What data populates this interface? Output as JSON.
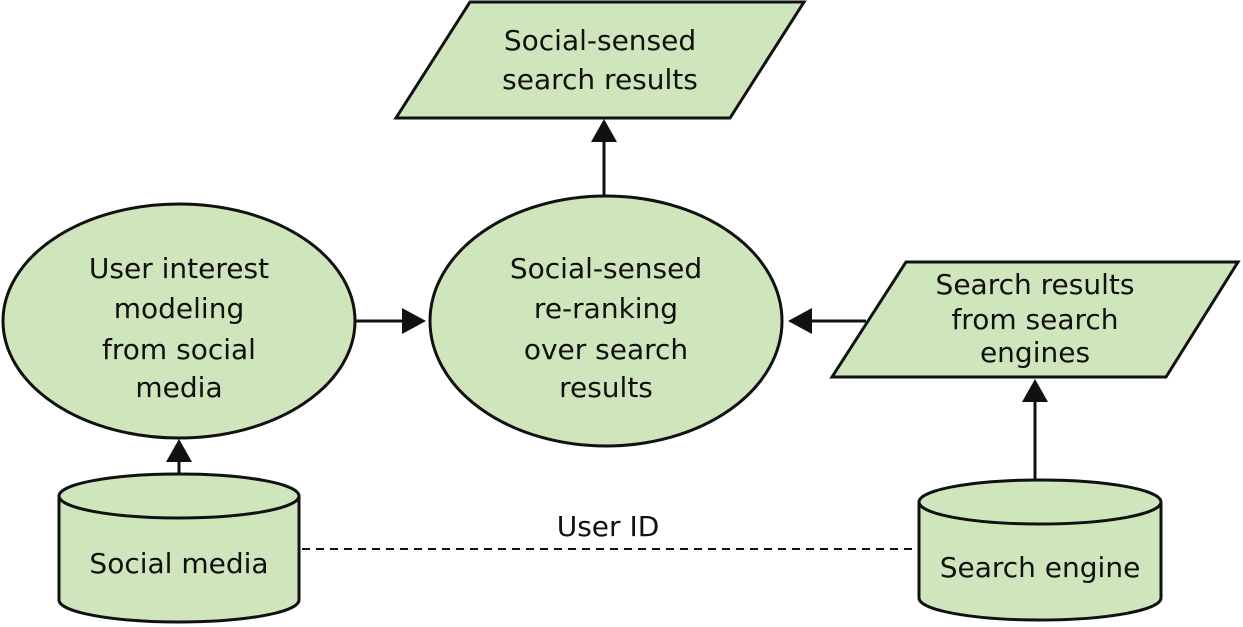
{
  "colors": {
    "node_fill": "#cfe6bc",
    "stroke": "#111111"
  },
  "nodes": {
    "social_sensed_results": {
      "shape": "parallelogram",
      "lines": [
        "Social-sensed",
        "search results"
      ]
    },
    "user_interest_modeling": {
      "shape": "ellipse",
      "lines": [
        "User interest",
        "modeling",
        "from social",
        "media"
      ]
    },
    "social_sensed_reranking": {
      "shape": "ellipse",
      "lines": [
        "Social-sensed",
        "re-ranking",
        "over search",
        "results"
      ]
    },
    "search_results_engines": {
      "shape": "parallelogram",
      "lines": [
        "Search results",
        "from search",
        "engines"
      ]
    },
    "social_media": {
      "shape": "cylinder",
      "lines": [
        "Social media"
      ]
    },
    "search_engine": {
      "shape": "cylinder",
      "lines": [
        "Search engine"
      ]
    }
  },
  "edges": [
    {
      "from": "user_interest_modeling",
      "to": "social_sensed_reranking"
    },
    {
      "from": "search_results_engines",
      "to": "social_sensed_reranking"
    },
    {
      "from": "social_sensed_reranking",
      "to": "social_sensed_results"
    },
    {
      "from": "social_media",
      "to": "user_interest_modeling"
    },
    {
      "from": "search_engine",
      "to": "search_results_engines"
    }
  ],
  "link": {
    "from": "social_media",
    "to": "search_engine",
    "style": "dashed",
    "label": "User ID"
  }
}
